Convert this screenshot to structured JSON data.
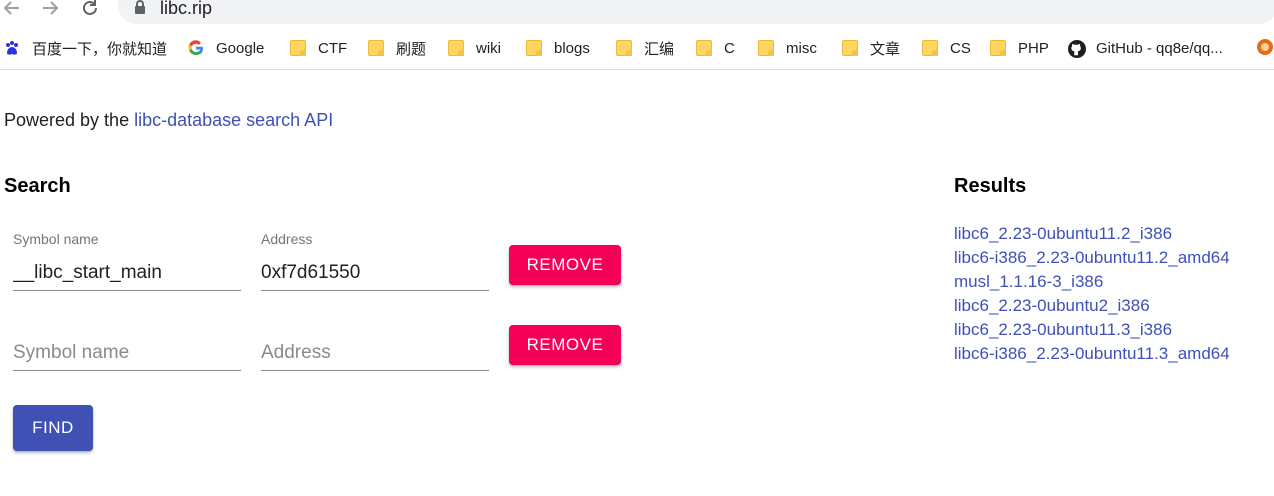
{
  "browser": {
    "url": "libc.rip",
    "bookmarks": [
      {
        "label": "百度一下，你就知道",
        "icon": "baidu-icon"
      },
      {
        "label": "Google",
        "icon": "google-icon"
      },
      {
        "label": "CTF",
        "icon": "folder-icon"
      },
      {
        "label": "刷题",
        "icon": "folder-icon"
      },
      {
        "label": "wiki",
        "icon": "folder-icon"
      },
      {
        "label": "blogs",
        "icon": "folder-icon"
      },
      {
        "label": "汇编",
        "icon": "folder-icon"
      },
      {
        "label": "C",
        "icon": "folder-icon"
      },
      {
        "label": "misc",
        "icon": "folder-icon"
      },
      {
        "label": "文章",
        "icon": "folder-icon"
      },
      {
        "label": "CS",
        "icon": "folder-icon"
      },
      {
        "label": "PHP",
        "icon": "folder-icon"
      },
      {
        "label": "GitHub - qq8e/qq...",
        "icon": "github-icon"
      }
    ]
  },
  "page": {
    "powered_prefix": "Powered by the ",
    "powered_link": "libc-database search API",
    "search_heading": "Search",
    "results_heading": "Results"
  },
  "search": {
    "rows": [
      {
        "symbol_label": "Symbol name",
        "symbol_value": "__libc_start_main",
        "address_label": "Address",
        "address_value": "0xf7d61550",
        "remove_label": "REMOVE"
      },
      {
        "symbol_placeholder": "Symbol name",
        "address_placeholder": "Address",
        "remove_label": "REMOVE"
      }
    ],
    "find_label": "FIND"
  },
  "results": [
    "libc6_2.23-0ubuntu11.2_i386",
    "libc6-i386_2.23-0ubuntu11.2_amd64",
    "musl_1.1.16-3_i386",
    "libc6_2.23-0ubuntu2_i386",
    "libc6_2.23-0ubuntu11.3_i386",
    "libc6-i386_2.23-0ubuntu11.3_amd64"
  ],
  "colors": {
    "primary": "#3f51b5",
    "secondary": "#f50057"
  }
}
